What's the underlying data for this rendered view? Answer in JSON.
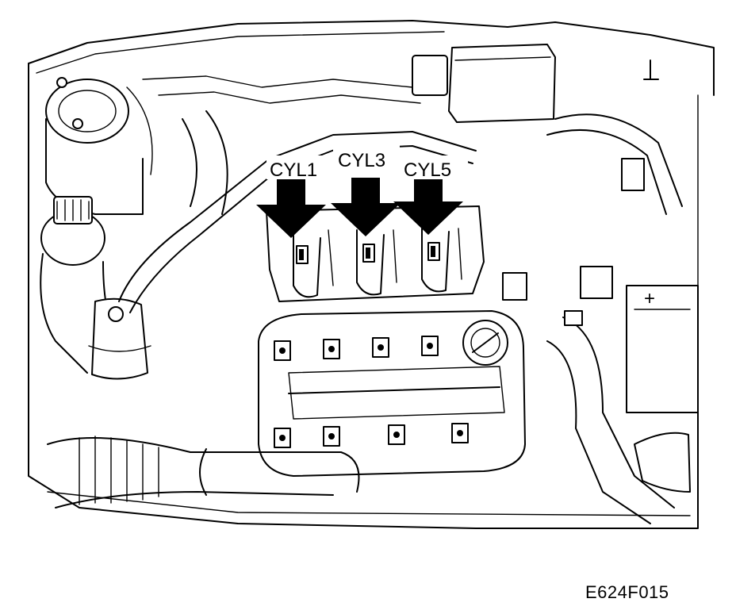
{
  "labels": {
    "cyl1": "CYL1",
    "cyl3": "CYL3",
    "cyl5": "CYL5",
    "battery_plus": "+"
  },
  "figure_code": "E624F015",
  "colors": {
    "line": "#000000",
    "background": "#ffffff"
  }
}
